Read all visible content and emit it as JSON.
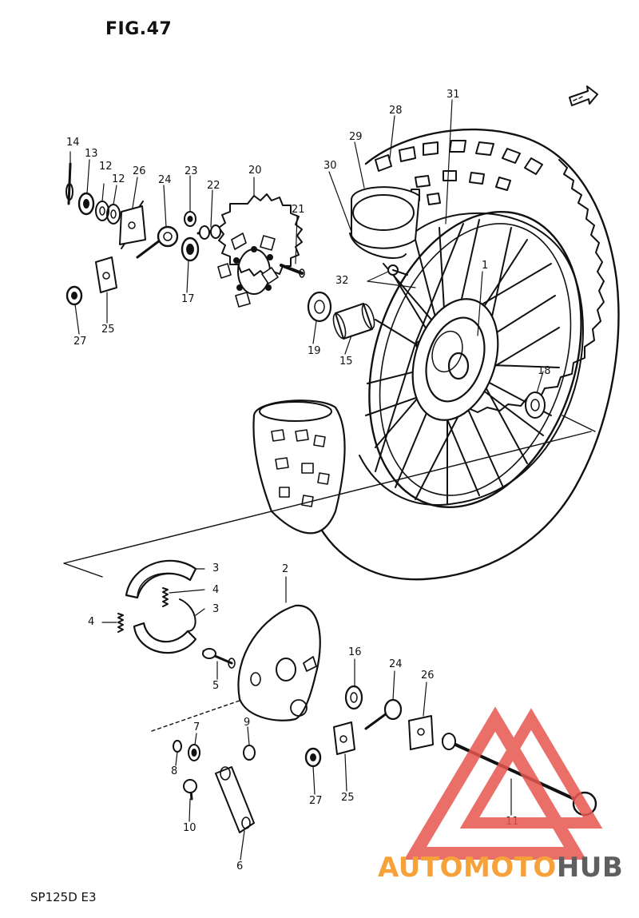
{
  "figure": {
    "title": "FIG.47",
    "model": "SP125D E3"
  },
  "callouts": [
    {
      "id": "c14",
      "label": "14"
    },
    {
      "id": "c13",
      "label": "13"
    },
    {
      "id": "c12a",
      "label": "12"
    },
    {
      "id": "c12b",
      "label": "12"
    },
    {
      "id": "c26a",
      "label": "26"
    },
    {
      "id": "c24a",
      "label": "24"
    },
    {
      "id": "c23",
      "label": "23"
    },
    {
      "id": "c22",
      "label": "22"
    },
    {
      "id": "c20",
      "label": "20"
    },
    {
      "id": "c21",
      "label": "21"
    },
    {
      "id": "c17",
      "label": "17"
    },
    {
      "id": "c27a",
      "label": "27"
    },
    {
      "id": "c25a",
      "label": "25"
    },
    {
      "id": "c30",
      "label": "30"
    },
    {
      "id": "c29",
      "label": "29"
    },
    {
      "id": "c28",
      "label": "28"
    },
    {
      "id": "c31",
      "label": "31"
    },
    {
      "id": "c32",
      "label": "32"
    },
    {
      "id": "c1",
      "label": "1"
    },
    {
      "id": "c19",
      "label": "19"
    },
    {
      "id": "c15",
      "label": "15"
    },
    {
      "id": "c18",
      "label": "18"
    },
    {
      "id": "c3a",
      "label": "3"
    },
    {
      "id": "c4a",
      "label": "4"
    },
    {
      "id": "c3b",
      "label": "3"
    },
    {
      "id": "c4b",
      "label": "4"
    },
    {
      "id": "c2",
      "label": "2"
    },
    {
      "id": "c5",
      "label": "5"
    },
    {
      "id": "c16",
      "label": "16"
    },
    {
      "id": "c24b",
      "label": "24"
    },
    {
      "id": "c26b",
      "label": "26"
    },
    {
      "id": "c7",
      "label": "7"
    },
    {
      "id": "c9",
      "label": "9"
    },
    {
      "id": "c8",
      "label": "8"
    },
    {
      "id": "c10",
      "label": "10"
    },
    {
      "id": "c6",
      "label": "6"
    },
    {
      "id": "c27b",
      "label": "27"
    },
    {
      "id": "c25b",
      "label": "25"
    },
    {
      "id": "c11",
      "label": "11"
    }
  ],
  "watermark": {
    "part1": "AUTO",
    "part2": "MOTO",
    "part3": "HUB",
    "color_orange": "#f7a13a",
    "color_gray": "#5f5f5f",
    "color_red": "#e8574f"
  },
  "icons": {
    "direction": "front-direction-arrow-icon"
  }
}
